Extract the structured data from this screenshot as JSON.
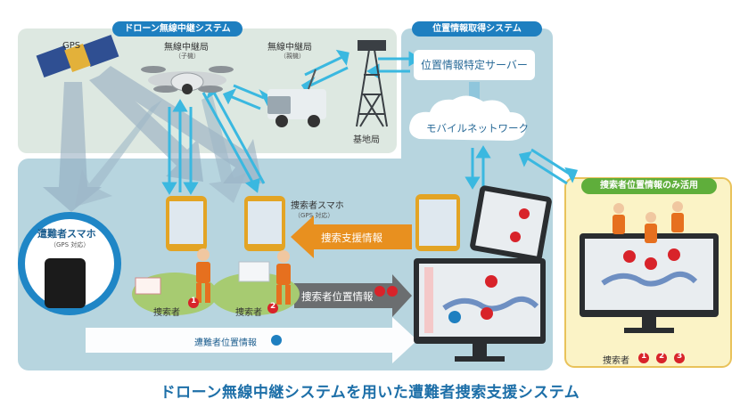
{
  "caption": "ドローン無線中継システムを用いた遭難者捜索支援システム",
  "systems": {
    "drone_relay": "ドローン無線中継システム",
    "location_acquisition": "位置情報取得システム",
    "searcher_only": "捜索者位置情報のみ活用"
  },
  "nodes": {
    "gps": "GPS",
    "relay_child": "無線中継局",
    "relay_child_sub": "（子機）",
    "relay_parent": "無線中継局",
    "relay_parent_sub": "（親機）",
    "base_station": "基地局",
    "server": "位置情報特定サーバー",
    "mobile_network": "モバイルネットワーク",
    "victim_phone": "遭難者スマホ",
    "victim_phone_sub": "（GPS 対応）",
    "searcher_phone": "捜索者スマホ",
    "searcher_phone_sub": "（GPS 対応）",
    "searcher_1": "捜索者",
    "searcher_2": "捜索者",
    "searchers_legend": "捜索者"
  },
  "flows": {
    "support_info": "捜索支援情報",
    "searcher_location": "捜索者位置情報",
    "victim_location": "遭難者位置情報"
  },
  "markers": [
    "1",
    "2",
    "3"
  ],
  "colors": {
    "primary_blue": "#1e7fc0",
    "panel_light": "#dfe9e2",
    "panel_mid": "#b9d6df",
    "arrow_cyan": "#3ab8e0",
    "support_orange": "#e8901f",
    "marker_red": "#d8232a",
    "yellow_panel": "#fbf3c6",
    "yellow_border": "#e9c25a",
    "green_label": "#5fae3b"
  }
}
